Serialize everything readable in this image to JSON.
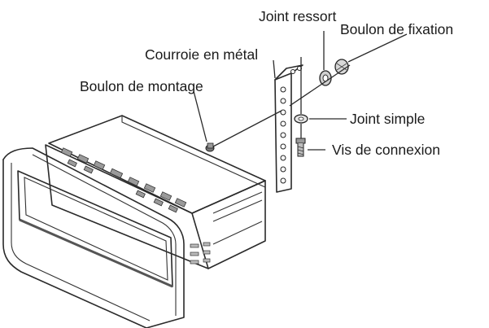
{
  "labels": {
    "joint_ressort": "Joint ressort",
    "boulon_fixation": "Boulon de fixation",
    "courroie_metal": "Courroie en métal",
    "boulon_montage": "Boulon de montage",
    "joint_simple": "Joint simple",
    "vis_connexion": "Vis de connexion"
  },
  "colors": {
    "ink": "#2a2a2a",
    "shade": "#9a9a9a",
    "light_shade": "#cfcfcf",
    "background": "#ffffff"
  }
}
